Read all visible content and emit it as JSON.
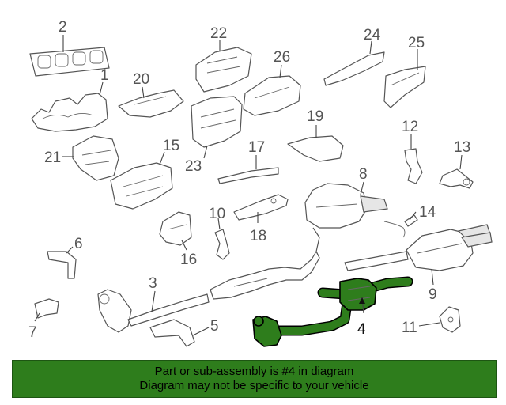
{
  "callouts": [
    {
      "id": "2",
      "label": "2"
    },
    {
      "id": "1",
      "label": "1"
    },
    {
      "id": "20",
      "label": "20"
    },
    {
      "id": "22",
      "label": "22"
    },
    {
      "id": "26",
      "label": "26"
    },
    {
      "id": "24",
      "label": "24"
    },
    {
      "id": "25",
      "label": "25"
    },
    {
      "id": "21",
      "label": "21"
    },
    {
      "id": "15",
      "label": "15"
    },
    {
      "id": "23",
      "label": "23"
    },
    {
      "id": "17",
      "label": "17"
    },
    {
      "id": "19",
      "label": "19"
    },
    {
      "id": "12",
      "label": "12"
    },
    {
      "id": "13",
      "label": "13"
    },
    {
      "id": "8",
      "label": "8"
    },
    {
      "id": "10",
      "label": "10"
    },
    {
      "id": "18",
      "label": "18"
    },
    {
      "id": "14",
      "label": "14"
    },
    {
      "id": "6",
      "label": "6"
    },
    {
      "id": "16",
      "label": "16"
    },
    {
      "id": "9",
      "label": "9"
    },
    {
      "id": "3",
      "label": "3"
    },
    {
      "id": "7",
      "label": "7"
    },
    {
      "id": "5",
      "label": "5"
    },
    {
      "id": "4",
      "label": "4"
    },
    {
      "id": "11",
      "label": "11"
    }
  ],
  "highlighted_part": "4",
  "colors": {
    "highlight": "#2e7d1c",
    "banner": "#2e7d1c"
  },
  "footer": {
    "line1": "Part or sub-assembly is #4 in diagram",
    "line2": "Diagram may not be specific to your vehicle"
  }
}
